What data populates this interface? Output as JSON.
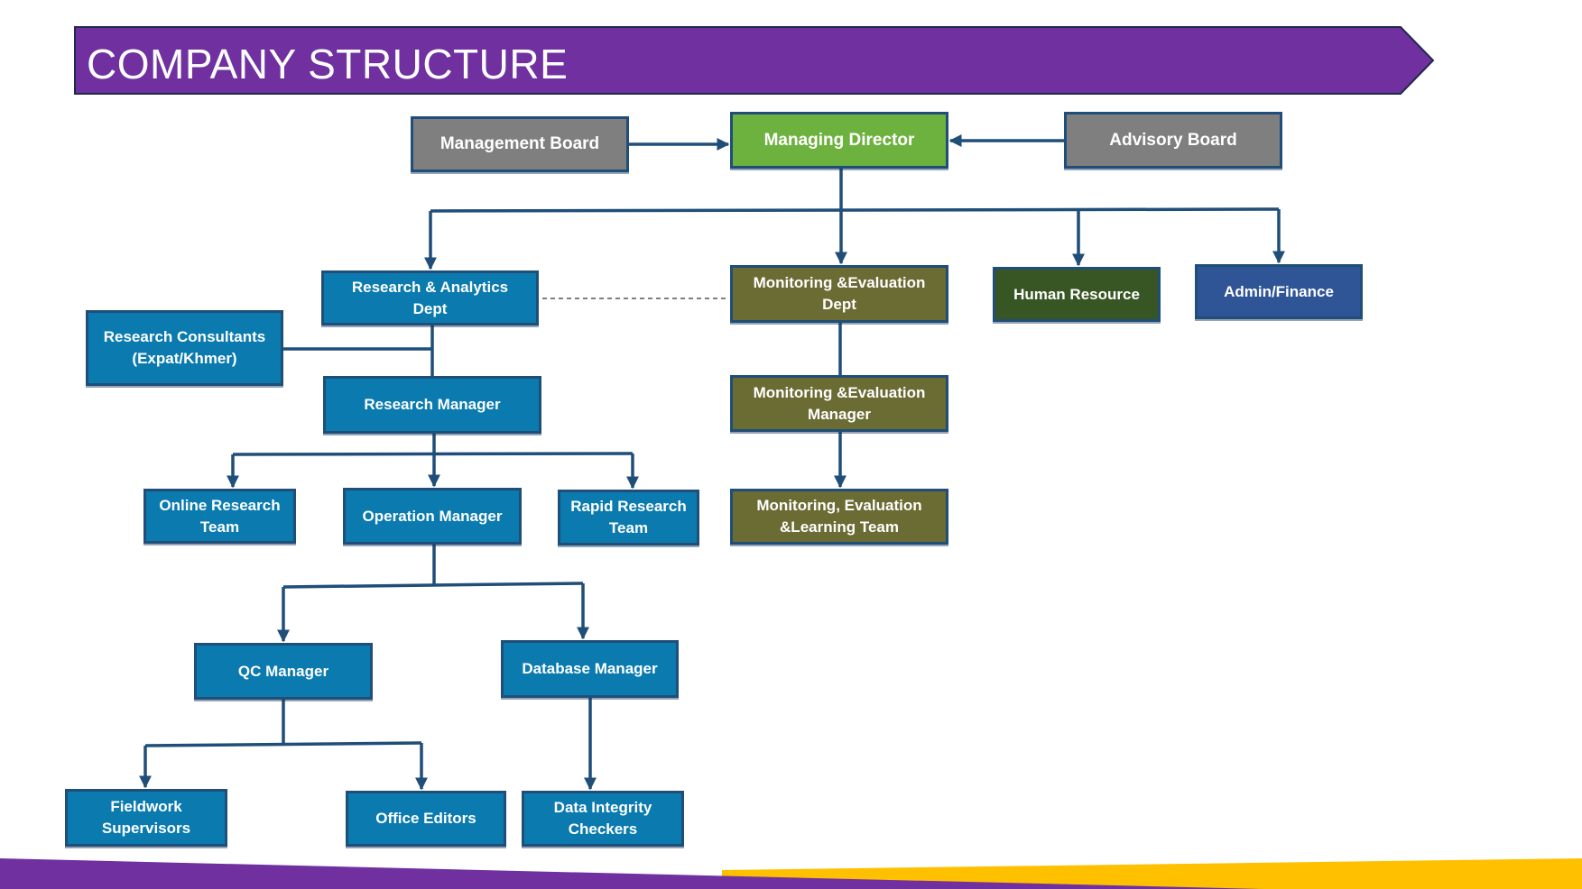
{
  "title": "COMPANY STRUCTURE",
  "colors": {
    "banner_purple": "#7030A0",
    "footer_purple": "#7030A0",
    "footer_yellow": "#FFC000",
    "connector": "#1F4E79",
    "dept_blue": "#0A7AAF",
    "board_grey": "#7F7F7F",
    "director_green": "#6DB13F",
    "me_olive": "#6B6B34",
    "hr_green": "#375623",
    "admin_navy": "#2F5597"
  },
  "nodes": {
    "management_board": "Management Board",
    "managing_director": "Managing Director",
    "advisory_board": "Advisory Board",
    "research_analytics_dept": "Research & Analytics\nDept",
    "me_dept": "Monitoring &Evaluation\nDept",
    "human_resource": "Human Resource",
    "admin_finance": "Admin/Finance",
    "research_consultants": "Research Consultants\n(Expat/Khmer)",
    "research_manager": "Research Manager",
    "me_manager": "Monitoring &Evaluation\nManager",
    "online_research_team": "Online Research\nTeam",
    "operation_manager": "Operation Manager",
    "rapid_research_team": "Rapid Research\nTeam",
    "mel_team": "Monitoring, Evaluation\n&Learning Team",
    "qc_manager": "QC Manager",
    "database_manager": "Database Manager",
    "fieldwork_supervisors": "Fieldwork\nSupervisors",
    "office_editors": "Office Editors",
    "data_integrity_checkers": "Data Integrity\nCheckers"
  }
}
